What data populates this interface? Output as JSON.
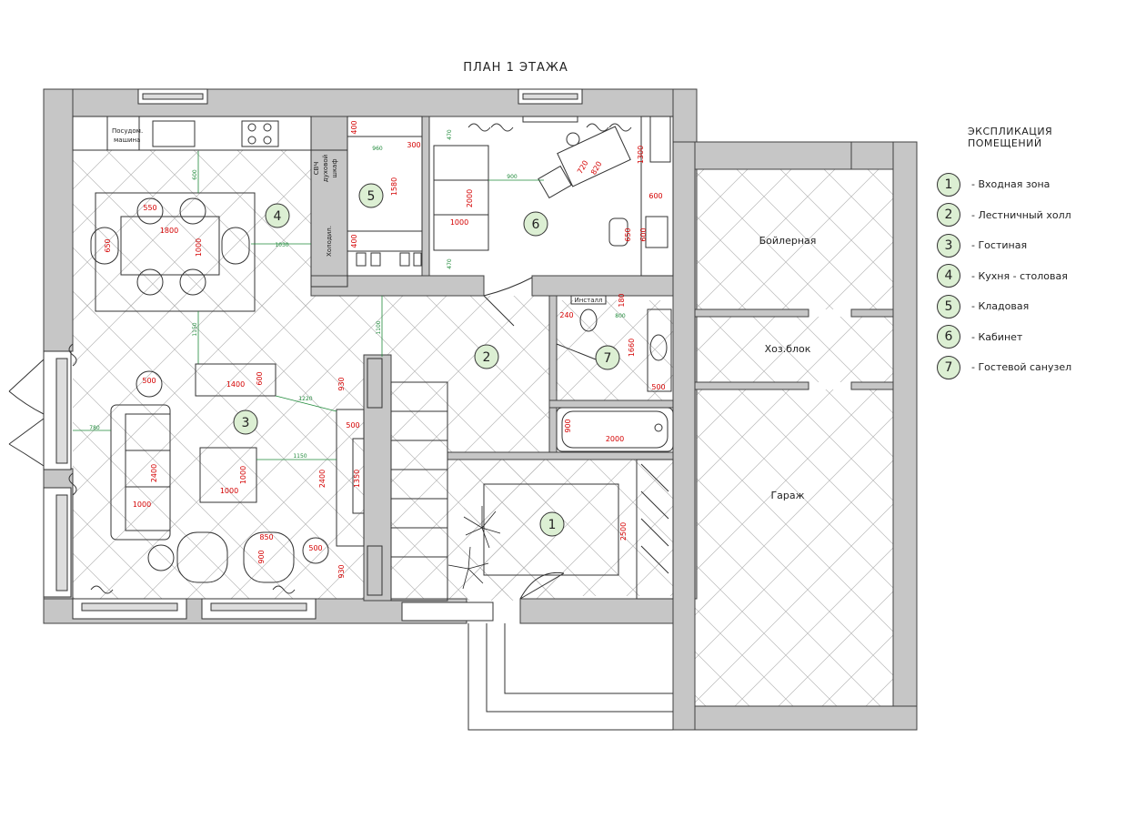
{
  "title": "ПЛАН 1 ЭТАЖА",
  "legend": {
    "heading": "ЭКСПЛИКАЦИЯ ПОМЕЩЕНИЙ",
    "items": [
      {
        "num": "1",
        "name": "- Входная зона"
      },
      {
        "num": "2",
        "name": "- Лестничный холл"
      },
      {
        "num": "3",
        "name": "- Гостиная"
      },
      {
        "num": "4",
        "name": "- Кухня - столовая"
      },
      {
        "num": "5",
        "name": "- Кладовая"
      },
      {
        "num": "6",
        "name": "- Кабинет"
      },
      {
        "num": "7",
        "name": "- Гостевой санузел"
      }
    ]
  },
  "room_numbers": {
    "r1": "1",
    "r2": "2",
    "r3": "3",
    "r4": "4",
    "r5": "5",
    "r6": "6",
    "r7": "7"
  },
  "rooms": {
    "boiler": "Бойлерная",
    "utility": "Хоз.блок",
    "garage": "Гараж"
  },
  "labels": {
    "dishwasher1": "Посудом.",
    "dishwasher2": "машина",
    "oven1": "СВЧ",
    "oven2": "духовой",
    "oven3": "шкаф",
    "fridge": "Холодил.",
    "install": "Инсталл"
  },
  "dims": {
    "kitchen_550": "550",
    "kitchen_1800": "1800",
    "kitchen_650": "650",
    "kitchen_1000": "1000",
    "kitchen_gap_1030": "1030",
    "kitchen_top_600": "600",
    "kitchen_1150": "1150",
    "store_400a": "400",
    "store_960": "960",
    "store_300": "300",
    "store_1580": "1580",
    "store_400b": "400",
    "study_470": "470",
    "study_900": "900",
    "study_2000": "2000",
    "study_1000": "1000",
    "study_1300": "1300",
    "study_720": "720",
    "study_820": "820",
    "study_600a": "600",
    "study_650": "650",
    "study_600b": "600",
    "study_470b": "470",
    "hall_1100": "1100",
    "wc_240": "240",
    "wc_800": "800",
    "wc_180": "180",
    "wc_1660": "1660",
    "wc_500": "500",
    "wc_900": "900",
    "wc_2000": "2000",
    "living_500a": "500",
    "living_1400": "1400",
    "living_600": "600",
    "living_1220": "1220",
    "living_930a": "930",
    "living_780": "780",
    "living_500b": "500",
    "living_2400a": "2400",
    "living_1000a": "1000",
    "living_1150": "1150",
    "living_2400b": "2400",
    "living_1350": "1350",
    "living_1000b": "1000",
    "living_1000c": "1000",
    "living_850": "850",
    "living_900": "900",
    "living_500c": "500",
    "living_930b": "930",
    "entry_2500": "2500"
  }
}
